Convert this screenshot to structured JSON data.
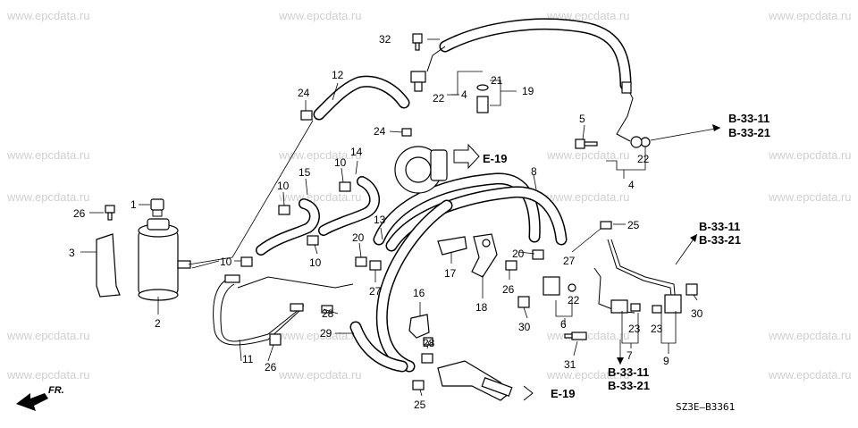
{
  "watermark": "www.epcdata.ru",
  "diagram_code": "SZ3E—B3361",
  "direction_label": "FR.",
  "callouts": {
    "c1": "1",
    "c2": "2",
    "c3": "3",
    "c4a": "4",
    "c4b": "4",
    "c5": "5",
    "c6": "6",
    "c7": "7",
    "c8": "8",
    "c9": "9",
    "c10a": "10",
    "c10b": "10",
    "c10c": "10",
    "c10d": "10",
    "c11": "11",
    "c12": "12",
    "c13": "13",
    "c14": "14",
    "c15": "15",
    "c16": "16",
    "c17": "17",
    "c18": "18",
    "c19": "19",
    "c20a": "20",
    "c20b": "20",
    "c21": "21",
    "c22a": "22",
    "c22b": "22",
    "c22c": "22",
    "c23a": "23",
    "c23b": "23",
    "c24a": "24",
    "c24b": "24",
    "c25a": "25",
    "c25b": "25",
    "c26a": "26",
    "c26b": "26",
    "c26c": "26",
    "c27a": "27",
    "c27b": "27",
    "c28a": "28",
    "c28b": "28",
    "c29": "29",
    "c30a": "30",
    "c30b": "30",
    "c31": "31",
    "c32": "32"
  },
  "references": {
    "b3311_top": "B-33-11",
    "b3321_top": "B-33-21",
    "b3311_mid": "B-33-11",
    "b3321_mid": "B-33-21",
    "b3311_bot": "B-33-11",
    "b3321_bot": "B-33-21",
    "e19_top": "E-19",
    "e19_bot": "E-19"
  }
}
